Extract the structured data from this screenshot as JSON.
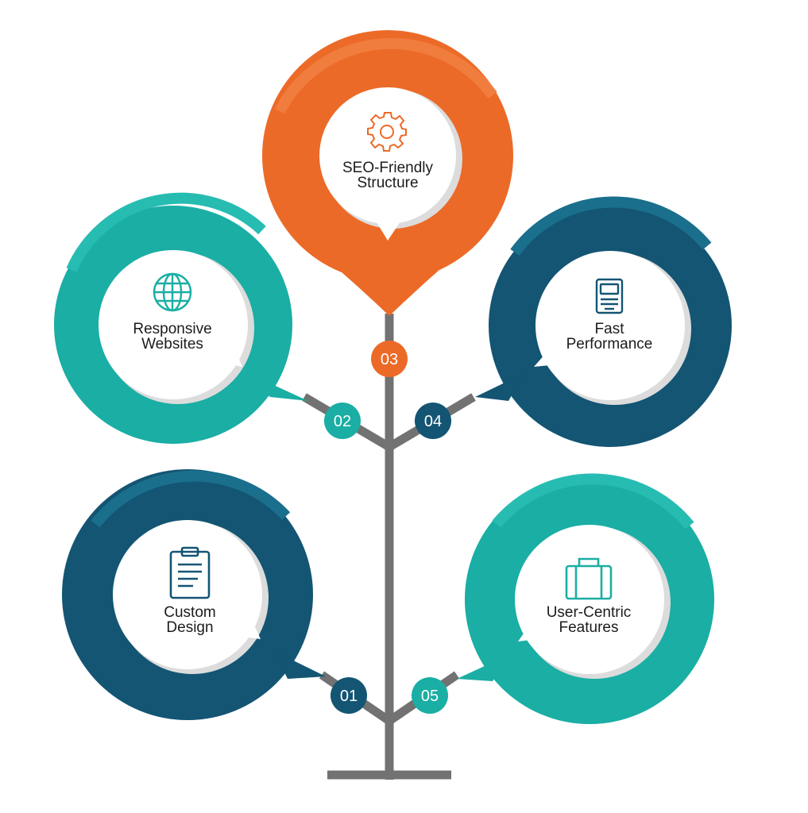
{
  "items": [
    {
      "number": "01",
      "line1": "Custom",
      "line2": "Design",
      "icon": "clipboard-icon",
      "color": "#135573"
    },
    {
      "number": "02",
      "line1": "Responsive",
      "line2": "Websites",
      "icon": "globe-icon",
      "color": "#1aaea4"
    },
    {
      "number": "03",
      "line1": "SEO-Friendly",
      "line2": "Structure",
      "icon": "gear-icon",
      "color": "#ec6a27"
    },
    {
      "number": "04",
      "line1": "Fast",
      "line2": "Performance",
      "icon": "document-icon",
      "color": "#135573"
    },
    {
      "number": "05",
      "line1": "User-Centric",
      "line2": "Features",
      "icon": "briefcase-icon",
      "color": "#1aaea4"
    }
  ],
  "colors": {
    "trunk": "#727272",
    "circle_inner": "#ffffff",
    "shadow": "#dcdcdc"
  }
}
